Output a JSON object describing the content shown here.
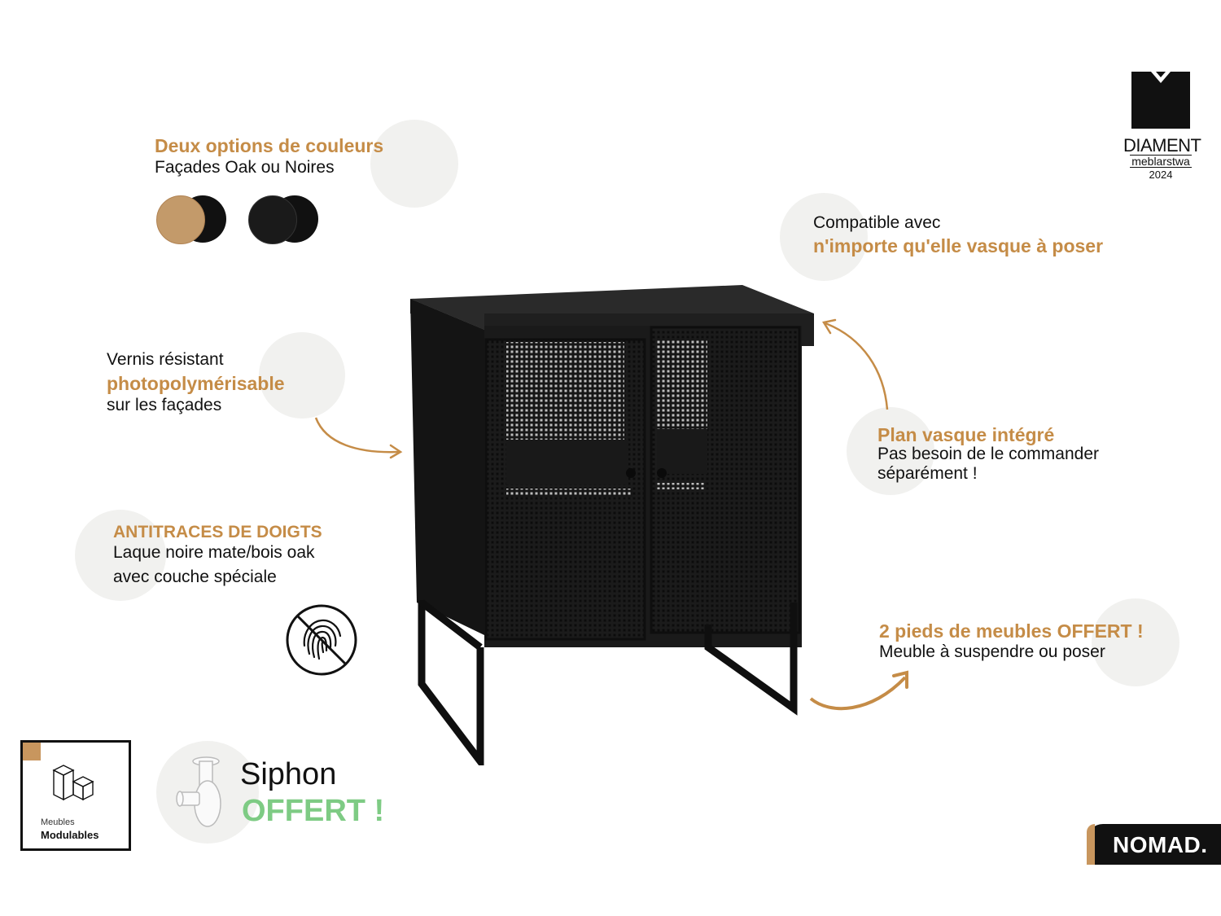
{
  "colors": {
    "accent": "#c58c47",
    "green": "#7ecb84",
    "black": "#111111",
    "oak": "#c39a6a"
  },
  "colors_block": {
    "title": "Deux options de couleurs",
    "subtitle": "Façades Oak ou Noires"
  },
  "vernis": {
    "line1": "Vernis résistant",
    "line2": "photopolymérisable",
    "line3": "sur les façades"
  },
  "antitraces": {
    "title": "ANTITRACES DE DOIGTS",
    "line1": "Laque noire mate/bois oak",
    "line2": "avec couche spéciale",
    "icon": "no-fingerprint-icon"
  },
  "compatible": {
    "line1": "Compatible avec",
    "line2": "n'importe qu'elle vasque à poser"
  },
  "plan": {
    "title": "Plan vasque intégré",
    "line1": "Pas besoin de le commander",
    "line2": "séparément !"
  },
  "pieds": {
    "title": "2 pieds de meubles OFFERT !",
    "line1": "Meuble à suspendre ou poser"
  },
  "siphon": {
    "line1": "Siphon",
    "line2": "OFFERT !",
    "icon": "siphon-icon"
  },
  "badge": {
    "line1": "DIAMENT",
    "line2": "meblarstwa",
    "line3": "2024"
  },
  "modulables": {
    "line1": "Meubles",
    "line2": "Modulables",
    "icon": "modular-cubes-icon"
  },
  "brand": "NOMAD."
}
